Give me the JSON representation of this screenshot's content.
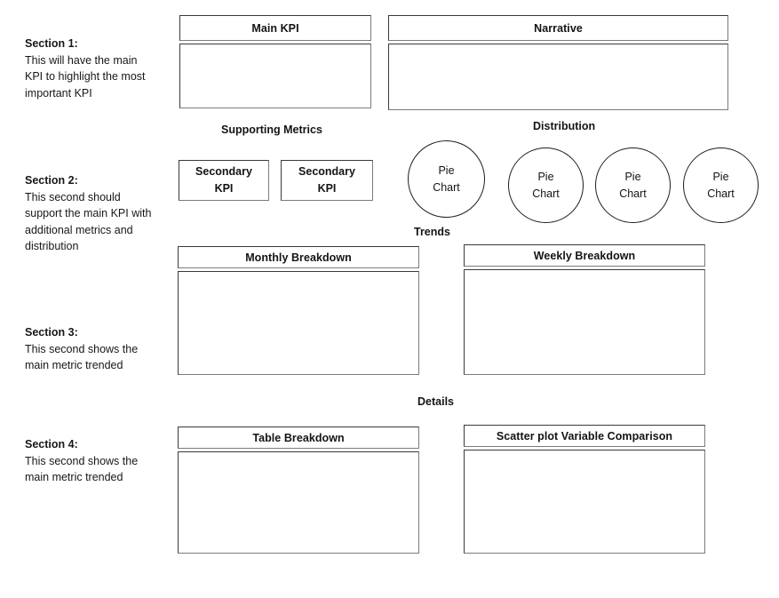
{
  "page": {
    "title": "Dashboard Wireframe Mockup",
    "background_color": "#ffffff",
    "text_color": "#141414",
    "border_color": "#7b7b7b"
  },
  "notes": [
    {
      "title": "Section 1:",
      "body": "This will have the main KPI to highlight the most important KPI"
    },
    {
      "title": "Section 2:",
      "body": "This second should support the main KPI with additional metrics and distribution"
    },
    {
      "title": "Section 3:",
      "body": "This second shows the main metric trended"
    },
    {
      "title": "Section 4:",
      "body": "This second shows the main metric trended"
    }
  ],
  "group_labels": {
    "supporting_metrics": "Supporting Metrics",
    "distribution": "Distribution",
    "trends": "Trends",
    "details": "Details"
  },
  "panels": {
    "main_kpi": {
      "header": "Main KPI"
    },
    "narrative": {
      "header": "Narrative"
    },
    "monthly_breakdown": {
      "header": "Monthly Breakdown"
    },
    "weekly_breakdown": {
      "header": "Weekly Breakdown"
    },
    "table_breakdown": {
      "header": "Table Breakdown"
    },
    "scatter_plot": {
      "header": "Scatter plot Variable Comparison"
    }
  },
  "kpi_tiles": [
    {
      "label": "Secondary\nKPI"
    },
    {
      "label": "Secondary\nKPI"
    }
  ],
  "pie_charts": [
    {
      "label": "Pie\nChart"
    },
    {
      "label": "Pie\nChart"
    },
    {
      "label": "Pie\nChart"
    },
    {
      "label": "Pie\nChart"
    }
  ]
}
